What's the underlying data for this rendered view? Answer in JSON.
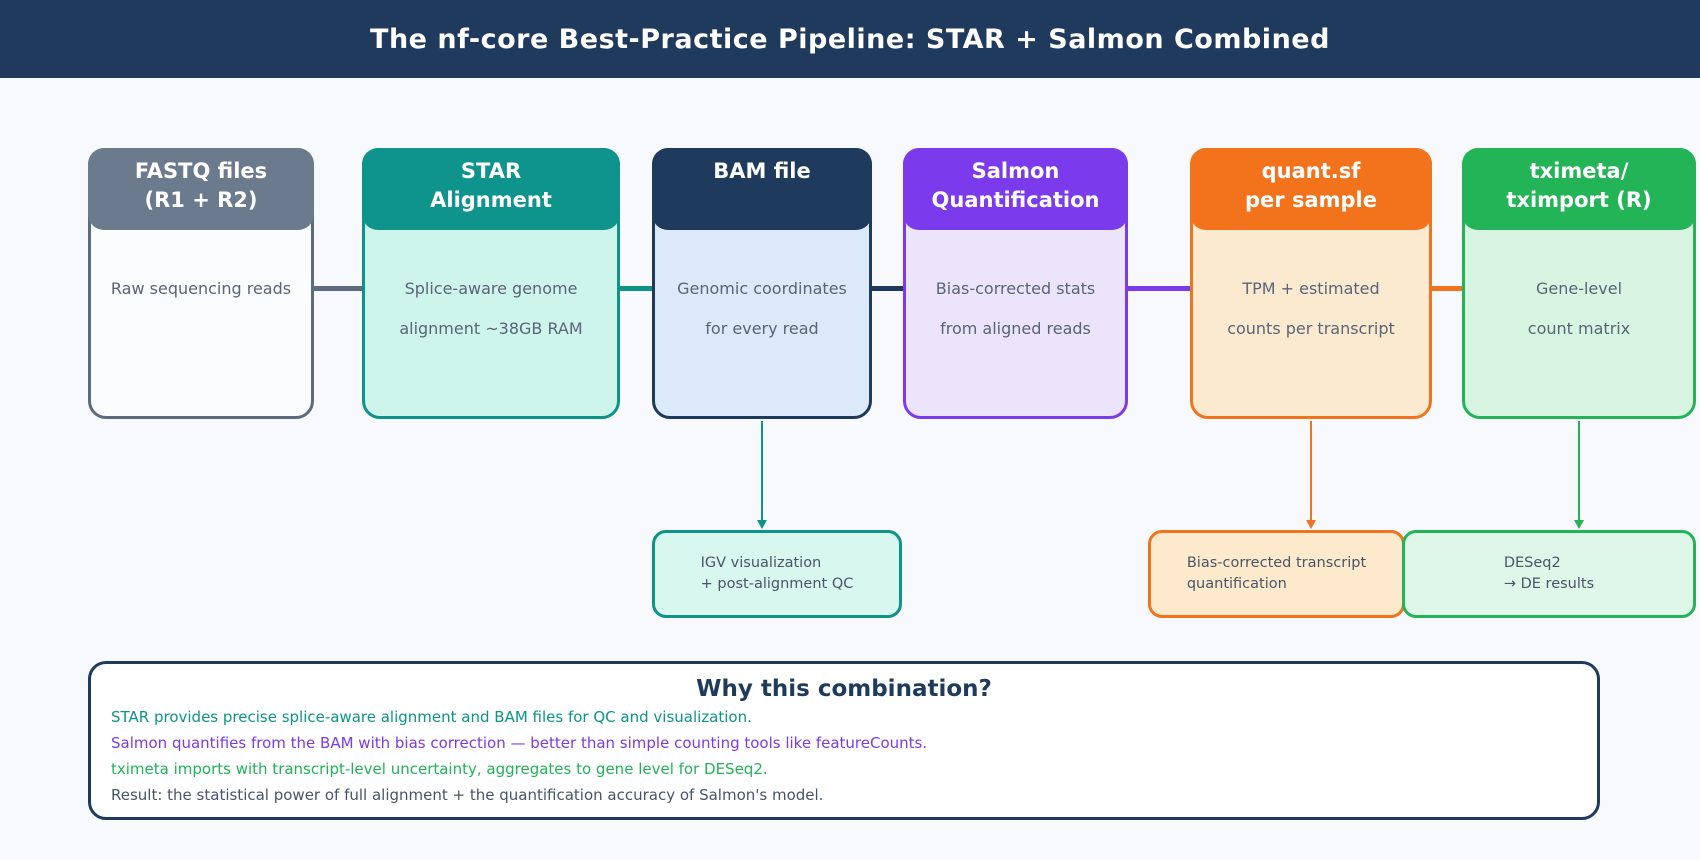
{
  "title_bar": {
    "title": "The nf-core Best-Practice Pipeline: STAR + Salmon Combined"
  },
  "palette": {
    "background": "#f7f9fc",
    "title_bar": "#1f3a5c",
    "slate": "#6b7a8c",
    "teal": "#0d9488",
    "navy": "#1e3a5c",
    "purple": "#7c3aed",
    "orange": "#f2731b",
    "green": "#23b457"
  },
  "pipeline": {
    "boxes": [
      {
        "id": "fastq",
        "title": "FASTQ files\n(R1 + R2)",
        "description": "Raw sequencing reads",
        "header_color": "#6b7a8c",
        "border_color": "#5c6b80",
        "body_color": "#fafcfe"
      },
      {
        "id": "star",
        "title": "STAR\nAlignment",
        "description": "Splice-aware genome\nalignment ~38GB RAM",
        "header_color": "#0e948c",
        "border_color": "#0d9488",
        "body_color": "#cdf5eb"
      },
      {
        "id": "bam",
        "title": "BAM file",
        "description": "Genomic coordinates\nfor every read",
        "header_color": "#1e3a5c",
        "border_color": "#1e3a5c",
        "body_color": "#dbe9fb"
      },
      {
        "id": "salmon",
        "title": "Salmon\nQuantification",
        "description": "Bias-corrected stats\nfrom aligned reads",
        "header_color": "#7c3aed",
        "border_color": "#7c3aed",
        "body_color": "#ebe4fa"
      },
      {
        "id": "quant",
        "title": "quant.sf\nper sample",
        "description": "TPM + estimated\ncounts per transcript",
        "header_color": "#f2731b",
        "border_color": "#f2731b",
        "body_color": "#fcead0"
      },
      {
        "id": "tximeta",
        "title": "tximeta/\ntximport (R)",
        "description": "Gene-level\ncount matrix",
        "header_color": "#23b457",
        "border_color": "#23b457",
        "body_color": "#d8f5e2"
      }
    ],
    "connectors": [
      {
        "from": "fastq",
        "to": "star",
        "color": "#5c6b80"
      },
      {
        "from": "star",
        "to": "bam",
        "color": "#0d9488"
      },
      {
        "from": "bam",
        "to": "salmon",
        "color": "#1e3a5c"
      },
      {
        "from": "salmon",
        "to": "quant",
        "color": "#7c3aed"
      },
      {
        "from": "quant",
        "to": "tximeta",
        "color": "#f2731b"
      }
    ],
    "sub_boxes": [
      {
        "id": "igv",
        "text": "IGV visualization\n+ post-alignment QC",
        "fill_color": "#d7f7ef",
        "border_color": "#0d9488",
        "arrow_color": "#0d9488"
      },
      {
        "id": "bias",
        "text": "Bias-corrected transcript\nquantification",
        "fill_color": "#fdeacd",
        "border_color": "#f2731b",
        "arrow_color": "#f2731b"
      },
      {
        "id": "deseq2",
        "text": "DESeq2\n→ DE results",
        "fill_color": "#def7e8",
        "border_color": "#23b457",
        "arrow_color": "#23b457"
      }
    ]
  },
  "why_panel": {
    "title": "Why this combination?",
    "lines": [
      {
        "text": "STAR provides precise splice-aware alignment and BAM files for QC and visualization.",
        "color": "#0d9488"
      },
      {
        "text": "Salmon quantifies from the BAM with bias correction — better than simple counting tools like featureCounts.",
        "color": "#7c3aed"
      },
      {
        "text": "tximeta imports with transcript-level uncertainty, aggregates to gene level for DESeq2.",
        "color": "#22b357"
      },
      {
        "text": "Result: the statistical power of full alignment + the quantification accuracy of Salmon's model.",
        "color": "#475569"
      }
    ]
  }
}
